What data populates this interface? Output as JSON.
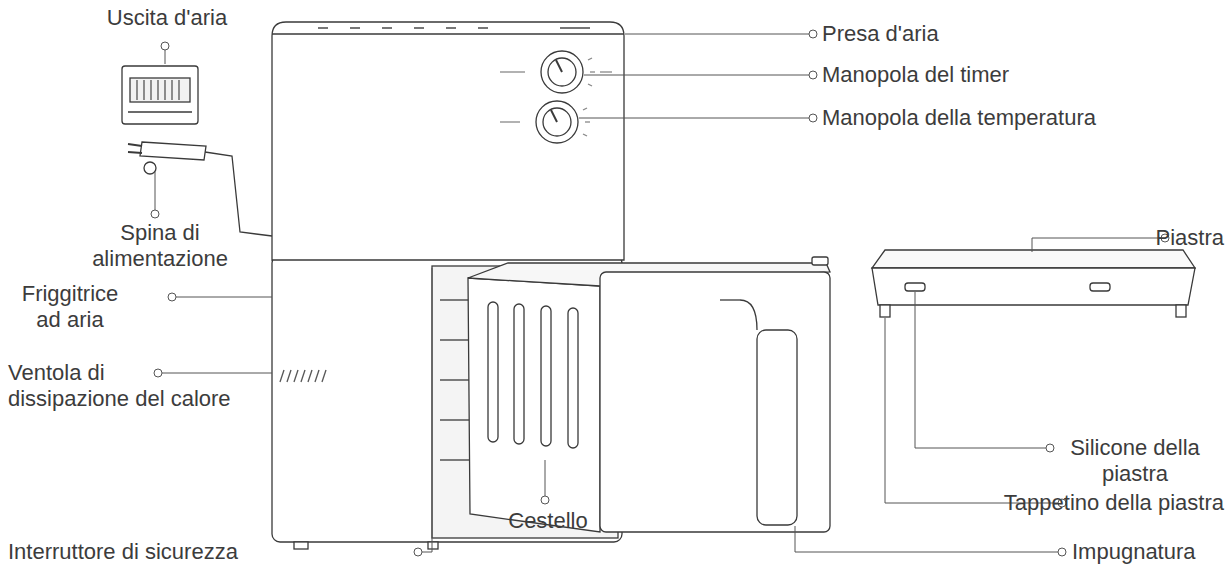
{
  "diagram": {
    "labels": [
      "Uscita d'aria",
      "Presa d'aria",
      "Manopola del timer",
      "Manopola della temperatura",
      "Spina di alimentazione",
      "Piastra",
      "Friggitrice ad aria",
      "Silicone della piastra",
      "Ventola di dissipazione del calore",
      "Tappetino della piastra",
      "Cestello",
      "Impugnatura",
      "Interruttore di sicurezza"
    ]
  }
}
